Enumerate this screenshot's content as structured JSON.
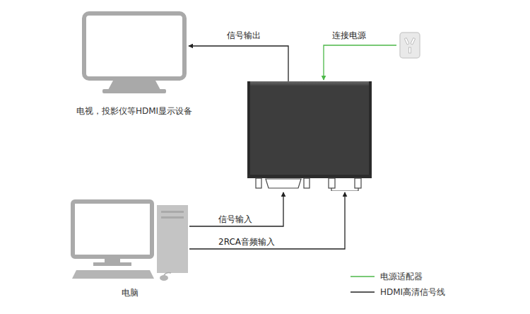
{
  "diagram": {
    "nodes": [
      {
        "text": [
          "电视，投影仪等HDMI显示设备"
        ]
      },
      {
        "text": []
      },
      {
        "text": []
      },
      {
        "text": [
          "电脑"
        ]
      }
    ],
    "edges": [
      {
        "from": 2,
        "to": 0,
        "arrow": "to",
        "label": "信号输出"
      },
      {
        "from": 1,
        "to": 2,
        "arrow": "to",
        "label": "连接电源"
      },
      {
        "from": 3,
        "to": 2,
        "arrow": "to",
        "label": "信号输入"
      },
      {
        "from": 3,
        "to": 2,
        "arrow": "to",
        "label": "2RCA音频输入"
      }
    ],
    "legend": [
      {
        "text": "电源适配器"
      },
      {
        "text": "HDMI高清信号线"
      }
    ]
  }
}
